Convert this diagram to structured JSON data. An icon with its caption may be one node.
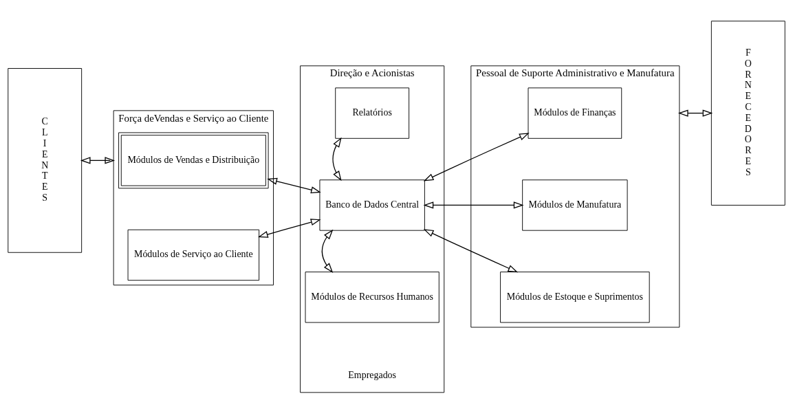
{
  "diagram": {
    "nodes": [
      {
        "text": [
          "CLIENTES"
        ]
      },
      {
        "text": [
          "Força deVendas e Serviço ao Cliente"
        ]
      },
      {
        "text": [
          "Módulos de Vendas e Distribuição"
        ],
        "in": 1
      },
      {
        "text": [
          "Módulos de Serviço ao Cliente"
        ],
        "in": 1
      },
      {
        "text": [
          "Direção e Acionistas",
          "Empregados"
        ]
      },
      {
        "text": [
          "Relatórios"
        ],
        "in": 4
      },
      {
        "text": [
          "Banco de Dados Central"
        ],
        "in": 4
      },
      {
        "text": [
          "Módulos de Recursos Humanos"
        ],
        "in": 4
      },
      {
        "text": [
          "Pessoal de Suporte Administrativo e Manufatura"
        ]
      },
      {
        "text": [
          "Módulos de Finanças"
        ],
        "in": 8
      },
      {
        "text": [
          "Módulos de Manufatura"
        ],
        "in": 8
      },
      {
        "text": [
          "Módulos de Estoque e Suprimentos"
        ],
        "in": 8
      },
      {
        "text": [
          "FORNECEDORES"
        ]
      }
    ],
    "edges": [
      {
        "from": 0,
        "to": 1,
        "arrow": "both"
      },
      {
        "from": 2,
        "to": 6,
        "arrow": "both"
      },
      {
        "from": 3,
        "to": 6,
        "arrow": "both"
      },
      {
        "from": 5,
        "to": 6,
        "arrow": "both"
      },
      {
        "from": 6,
        "to": 7,
        "arrow": "both"
      },
      {
        "from": 6,
        "to": 9,
        "arrow": "both"
      },
      {
        "from": 6,
        "to": 10,
        "arrow": "both"
      },
      {
        "from": 6,
        "to": 11,
        "arrow": "both"
      },
      {
        "from": 8,
        "to": 12,
        "arrow": "both"
      }
    ]
  }
}
